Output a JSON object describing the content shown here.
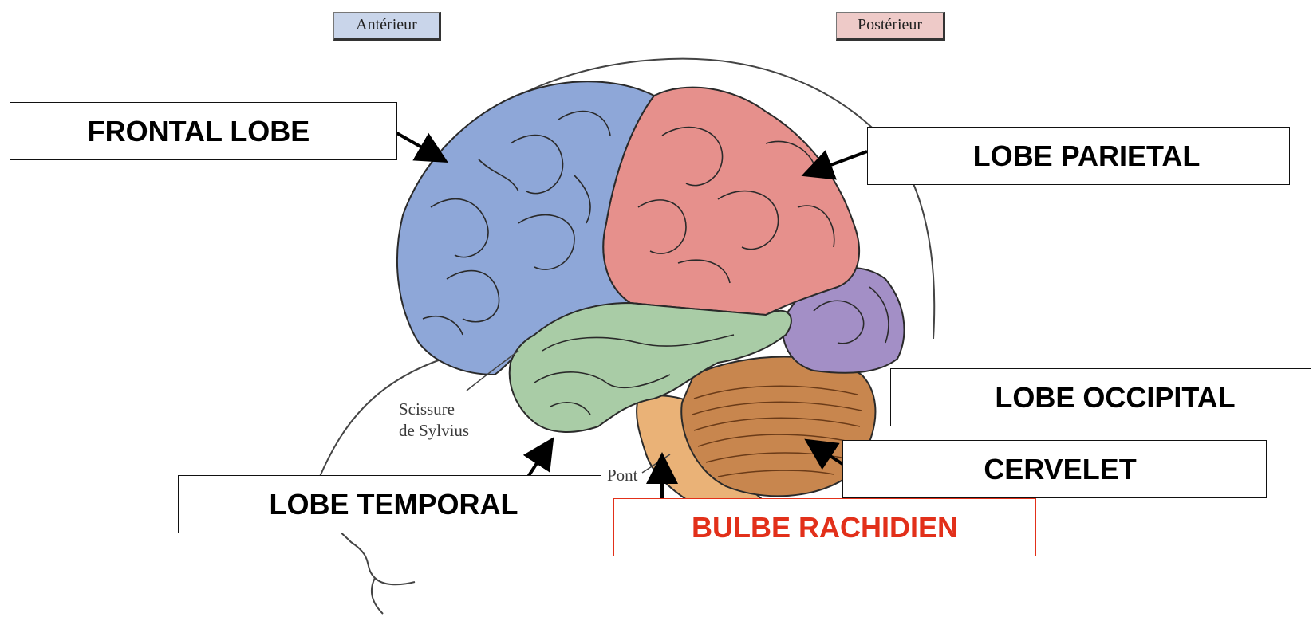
{
  "tags": {
    "anterior": "Antérieur",
    "posterior": "Postérieur"
  },
  "labels": {
    "frontal": "FRONTAL LOBE",
    "parietal": "LOBE PARIETAL",
    "occipital": "LOBE OCCIPITAL",
    "cervelet": "CERVELET",
    "temporal": "LOBE TEMPORAL",
    "bulbe": "BULBE RACHIDIEN"
  },
  "small_labels": {
    "scissure_line1": "Scissure",
    "scissure_line2": "de Sylvius",
    "pont": "Pont"
  },
  "colors": {
    "frontal": "#8ea7d8",
    "parietal": "#e6908c",
    "temporal": "#a9cca6",
    "occipital": "#a38fc6",
    "cerebellum": "#c8864e",
    "brainstem": "#eab277",
    "highlight": "#e2301a"
  }
}
